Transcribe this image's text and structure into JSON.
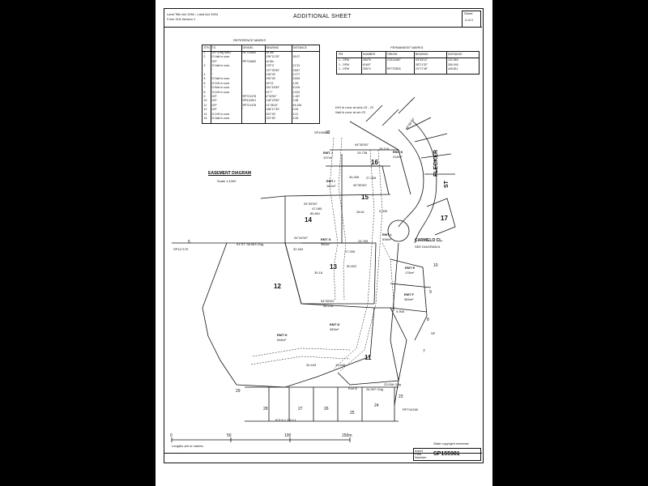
{
  "header": {
    "act_lines": [
      "Land Title Act 1994 ; Land Act 1994",
      "Form 21A  Version 1"
    ],
    "title": "ADDITIONAL SHEET",
    "sheet_label": "Sheet",
    "sheet_value": "2 of 2"
  },
  "reference_marks": {
    "title": "REFERENCE MARKS",
    "headers": [
      "STN",
      "TO",
      "ORIGIN",
      "BEARING",
      "DISTANCE"
    ],
    "rows": [
      [
        "1",
        "O/P (Peg over)",
        "RP724650",
        "At Stn",
        ""
      ],
      [
        "2",
        "O.Nail in conc",
        "",
        "295°11'25\"",
        "18.07"
      ],
      [
        "",
        "O/P",
        "RP724650",
        "At Stn",
        ""
      ],
      [
        "3",
        "O.Nail in conc",
        "",
        "275°4'",
        "12.31"
      ],
      [
        "",
        "\"",
        "",
        "137°30'30\"",
        "3.847"
      ],
      [
        "4",
        "\"",
        "",
        "218°42'",
        "2.277"
      ],
      [
        "5",
        "O.Nail in conc",
        "",
        "290°40'",
        "3.826"
      ],
      [
        "6",
        "O.D/H in conc",
        "",
        "26°11'",
        "1.05"
      ],
      [
        "7",
        "O.Bolt in conc",
        "",
        "261°18'30\"",
        "5.316"
      ],
      [
        "8",
        "O.D/H in conc",
        "",
        "91°7'",
        "2.022"
      ],
      [
        "9",
        "O/P",
        "RP721478",
        "4°32'50\"",
        "1.187"
      ],
      [
        "10",
        "O/P",
        "RP612501",
        "128°22'50\"",
        "3.38"
      ],
      [
        "11",
        "O/P",
        "RP721478",
        "14°38'10\"",
        "45.106"
      ],
      [
        "12",
        "O/P",
        "\"",
        "168°17'30\"",
        "0.95"
      ],
      [
        "14",
        "O.D/H in conc",
        "",
        "301°40'",
        "4.21"
      ],
      [
        "15",
        "O.Nail in conc",
        "",
        "222°52'",
        "3.35"
      ]
    ]
  },
  "permanent_marks": {
    "title": "PERMANENT MARKS",
    "headers": [
      "PM",
      "NUMBER",
      "ORIGIN",
      "BEARING",
      "DISTANCE"
    ],
    "rows": [
      [
        "1 - OPM",
        "28475",
        "CS124467",
        "93°33'12\"",
        "121.564"
      ],
      [
        "1 - OPM",
        "61607",
        "",
        "38°21'32\"",
        "260.940"
      ],
      [
        "1 - OPM",
        "25574",
        "RP723503",
        "24°17'45\"",
        "445.811"
      ]
    ],
    "notes": [
      "D/H in conc at stns 16 - 22",
      "Nail in conc at stn 23"
    ]
  },
  "diagram": {
    "title": "EASEMENT DIAGRAM",
    "scale": "Scale 1:1000",
    "street": [
      "FLECKER",
      "ST"
    ],
    "close": "CARMELO CL.",
    "close_note": "SEE DIAGRAM A",
    "lots": [
      "11",
      "12",
      "13",
      "14",
      "15",
      "16",
      "17"
    ],
    "easements": [
      {
        "label": "EMT J",
        "area": "197m²"
      },
      {
        "label": "EMT K",
        "area": "318m²"
      },
      {
        "label": "EMT I",
        "area": "162m²"
      },
      {
        "label": "EMT G",
        "area": "350m²"
      },
      {
        "label": "EMT L",
        "area": "698m²"
      },
      {
        "label": "EMT E",
        "area": "176m²"
      },
      {
        "label": "EMT F",
        "area": "384m²"
      },
      {
        "label": "EMT D",
        "area": "383m²"
      },
      {
        "label": "EMT H",
        "area": "546m²"
      }
    ],
    "plans": [
      "SP117170",
      "SP155980",
      "RP612501",
      "RP744166",
      "SP"
    ],
    "adjoining": [
      "5",
      "7",
      "8",
      "9",
      "10",
      "23",
      "24",
      "25",
      "26",
      "27",
      "28",
      "29",
      "32"
    ],
    "dimensions": [
      "94°35'50\"",
      "46°55'30\"",
      "28.116",
      "29.738",
      "34.406",
      "27.406",
      "94°35'50\"",
      "94°35'50\"",
      "47.085",
      "85.861",
      "94°44'50\"",
      "32.454",
      "91°07' 38.563 Orig",
      "27.395",
      "35.18",
      "50.822",
      "94°35'50\"",
      "58.216",
      "30.443",
      "15.848",
      "26.397 Orig",
      "23.006 Orig",
      "5.906",
      "5.095",
      "24.769",
      "28.61",
      "Emt B"
    ]
  },
  "scale_bar": {
    "ticks": [
      "0",
      "50",
      "100",
      "150m"
    ],
    "note": "Lengths are in metres."
  },
  "footer": {
    "copyright": "State copyright reserved.",
    "labels": [
      "Insert",
      "Plan",
      "Number"
    ],
    "plan_number": "SP155981"
  }
}
